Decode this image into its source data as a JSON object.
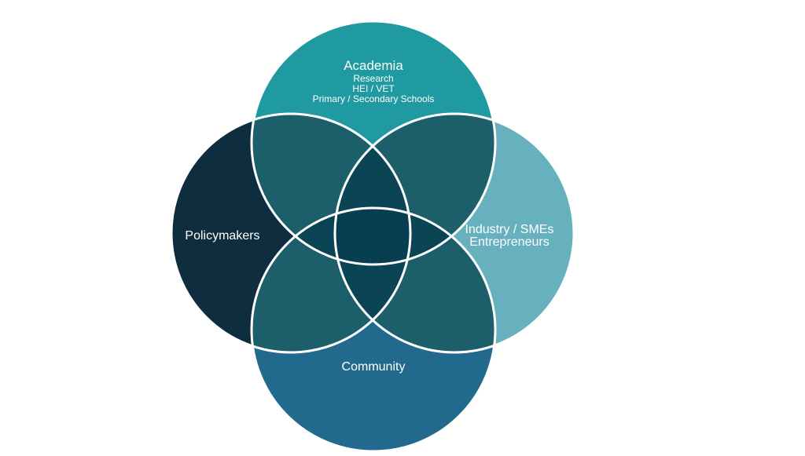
{
  "diagram": {
    "colors": {
      "academia": "#1f9aa0",
      "policymakers": "#0e2d3f",
      "industry": "#66b1bd",
      "community": "#216a8e",
      "pair_overlap": "#1d5e6b",
      "triple_overlap": "#0b4555",
      "center_overlap": "#083f50",
      "outline": "#ffffff"
    },
    "circles": [
      {
        "id": "academia",
        "title": "Academia",
        "lines": [
          "Research",
          "HEI / VET",
          "Primary / Secondary Schools"
        ]
      },
      {
        "id": "policymakers",
        "title": "Policymakers",
        "lines": []
      },
      {
        "id": "industry",
        "title": "Industry / SMEs",
        "lines": [
          "Entrepreneurs"
        ]
      },
      {
        "id": "community",
        "title": "Community",
        "lines": []
      }
    ]
  }
}
